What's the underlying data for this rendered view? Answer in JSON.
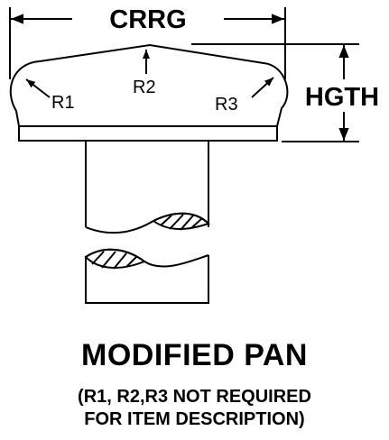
{
  "dimensions": {
    "width_label": "CRRG",
    "height_label": "HGTH"
  },
  "radii": {
    "r1": "R1",
    "r2": "R2",
    "r3": "R3"
  },
  "caption": {
    "title": "MODIFIED PAN",
    "note_line1": "(R1, R2,R3 NOT REQUIRED",
    "note_line2": "FOR ITEM DESCRIPTION)"
  }
}
